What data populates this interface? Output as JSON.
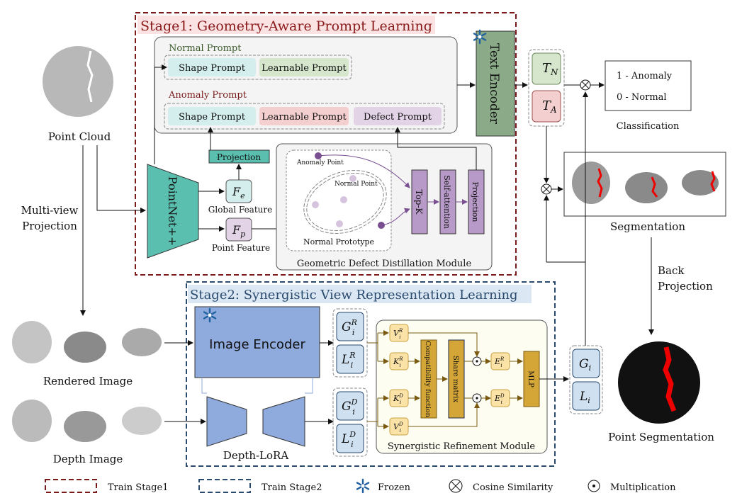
{
  "stage1": {
    "title": "Stage1: Geometry-Aware Prompt Learning"
  },
  "stage2": {
    "title": "Stage2: Synergistic View Representation Learning"
  },
  "prompts": {
    "normal_title": "Normal Prompt",
    "anomaly_title": "Anomaly Prompt",
    "shape": "Shape Prompt",
    "learnable": "Learnable Prompt",
    "defect": "Defect Prompt"
  },
  "text_encoder": "Text Encoder",
  "tn": {
    "base": "T",
    "sub": "N"
  },
  "ta": {
    "base": "T",
    "sub": "A"
  },
  "classification": {
    "line1": "1 - Anomaly",
    "line2": "0 - Normal",
    "label": "Classification"
  },
  "point_cloud": "Point Cloud",
  "multiview": {
    "line1": "Multi-view",
    "line2": "Projection"
  },
  "pointnet": "PointNet++",
  "projection": "Projection",
  "fe": {
    "base": "F",
    "sub": "e"
  },
  "fp": {
    "base": "F",
    "sub": "p"
  },
  "global_feature": "Global Feature",
  "point_feature": "Point Feature",
  "gdd": {
    "anomaly_point": "Anomaly Point",
    "normal_point": "Normal Point",
    "normal_prototype": "Normal Prototype",
    "topk": "Top-K",
    "self_attention": "Self-attention",
    "projection": "Projection",
    "title": "Geometric Defect Distillation Module"
  },
  "segmentation": "Segmentation",
  "back_projection": {
    "line1": "Back",
    "line2": "Projection"
  },
  "point_segmentation": "Point Segmentation",
  "rendered_image": "Rendered Image",
  "depth_image": "Depth Image",
  "image_encoder": "Image Encoder",
  "depth_lora": "Depth-LoRA",
  "features": {
    "gr": {
      "base": "G",
      "sub": "i",
      "sup": "R"
    },
    "lr": {
      "base": "L",
      "sub": "i",
      "sup": "R"
    },
    "gd": {
      "base": "G",
      "sub": "i",
      "sup": "D"
    },
    "ld": {
      "base": "L",
      "sub": "i",
      "sup": "D"
    },
    "g": {
      "base": "G",
      "sub": "i"
    },
    "l": {
      "base": "L",
      "sub": "i"
    }
  },
  "srm": {
    "vr": {
      "base": "V",
      "sub": "i",
      "sup": "R"
    },
    "kr": {
      "base": "K",
      "sub": "i",
      "sup": "R"
    },
    "kd": {
      "base": "K",
      "sub": "i",
      "sup": "D"
    },
    "vd": {
      "base": "V",
      "sub": "i",
      "sup": "D"
    },
    "er": {
      "base": "E",
      "sub": "i",
      "sup": "R"
    },
    "ed": {
      "base": "E",
      "sub": "i",
      "sup": "D"
    },
    "compat": "Compatibility function",
    "share": "Share matrix",
    "mlp": "MLP",
    "title": "Synergistic Refinement Module"
  },
  "legend": {
    "stage1": "Train Stage1",
    "stage2": "Train Stage2",
    "frozen": "Frozen",
    "cosine": "Cosine Similarity",
    "mult": "Multiplication"
  },
  "icons": {
    "frozen": "snowflake-icon",
    "cosine": "circled-x-icon",
    "mult": "circled-dot-icon"
  },
  "colors": {
    "stage1_border": "#7a1a1a",
    "stage2_border": "#2a4a6e",
    "encoder_blue": "#8faadc",
    "pointnet_teal": "#5bbfb0",
    "text_encoder_green": "#8aaa88",
    "gdd_purple": "#b79ac8",
    "srm_gold": "#d4a637",
    "anomaly_red": "#e00000"
  }
}
